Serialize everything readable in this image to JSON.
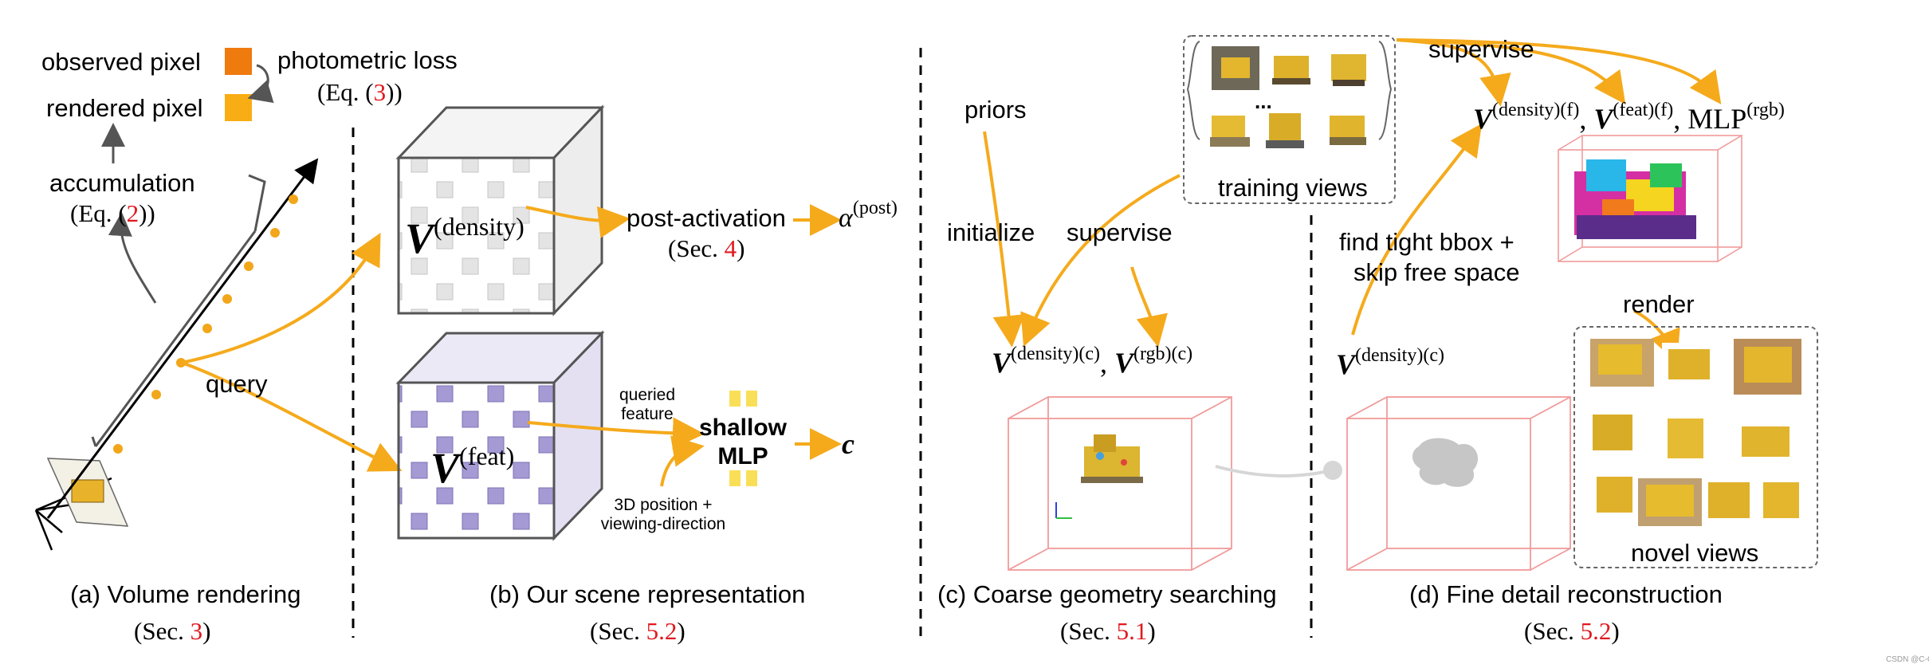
{
  "colors": {
    "arrow_orange": "#f5aa1c",
    "observed_pixel": "#ef7a0e",
    "rendered_pixel": "#f9ad14",
    "reference_red": "#e0191f",
    "feat_cube": "#9a8fc9",
    "density_cube": "#d8d8d8",
    "bbox_pink": "#f08a8a"
  },
  "panel_a": {
    "observed_pixel": "observed pixel",
    "rendered_pixel": "rendered pixel",
    "photometric_loss": "photometric loss",
    "photometric_eq_prefix": "(Eq. (",
    "photometric_eq_ref": "3",
    "photometric_eq_suffix": "))",
    "accumulation": "accumulation",
    "accumulation_eq_prefix": "(Eq. (",
    "accumulation_eq_ref": "2",
    "accumulation_eq_suffix": "))",
    "query": "query",
    "caption": "(a) Volume rendering",
    "sec_prefix": "(Sec. ",
    "sec_ref": "3",
    "sec_suffix": ")"
  },
  "panel_b": {
    "density_symbol": "V",
    "density_sup": "(density)",
    "feat_symbol": "V",
    "feat_sup": "(feat)",
    "post_activation": "post-activation",
    "post_sec_prefix": "(Sec. ",
    "post_sec_ref": "4",
    "post_sec_suffix": ")",
    "alpha_symbol": "α",
    "alpha_sup": "(post)",
    "queried_feature_line1": "queried",
    "queried_feature_line2": "feature",
    "shallow": "shallow",
    "mlp": "MLP",
    "output_symbol": "c",
    "position_line1": "3D position +",
    "position_line2": "viewing-direction",
    "caption": "(b) Our scene representation",
    "sec_prefix": "(Sec. ",
    "sec_ref": "5.2",
    "sec_suffix": ")"
  },
  "panel_c": {
    "priors": "priors",
    "initialize": "initialize",
    "supervise": "supervise",
    "v_density_sup": "(density)(c)",
    "v_rgb_sup": "(rgb)(c)",
    "symbol": "V",
    "comma": ",",
    "caption": "(c) Coarse geometry searching",
    "sec_prefix": "(Sec. ",
    "sec_ref": "5.1",
    "sec_suffix": ")"
  },
  "panel_d": {
    "training_views": "training views",
    "ellipsis": "...",
    "supervise": "supervise",
    "symbol": "V",
    "v_density_f_sup": "(density)(f)",
    "v_feat_f_sup": "(feat)(f)",
    "mlp_text": "MLP",
    "mlp_sup": "(rgb)",
    "comma": ",",
    "find_bbox_line1": "find tight bbox +",
    "find_bbox_line2": "skip free space",
    "v_density_c_sup": "(density)(c)",
    "render": "render",
    "novel_views": "novel views",
    "caption": "(d) Fine detail reconstruction",
    "sec_prefix": "(Sec. ",
    "sec_ref": "5.2",
    "sec_suffix": ")"
  },
  "watermark": "CSDN @C-G"
}
